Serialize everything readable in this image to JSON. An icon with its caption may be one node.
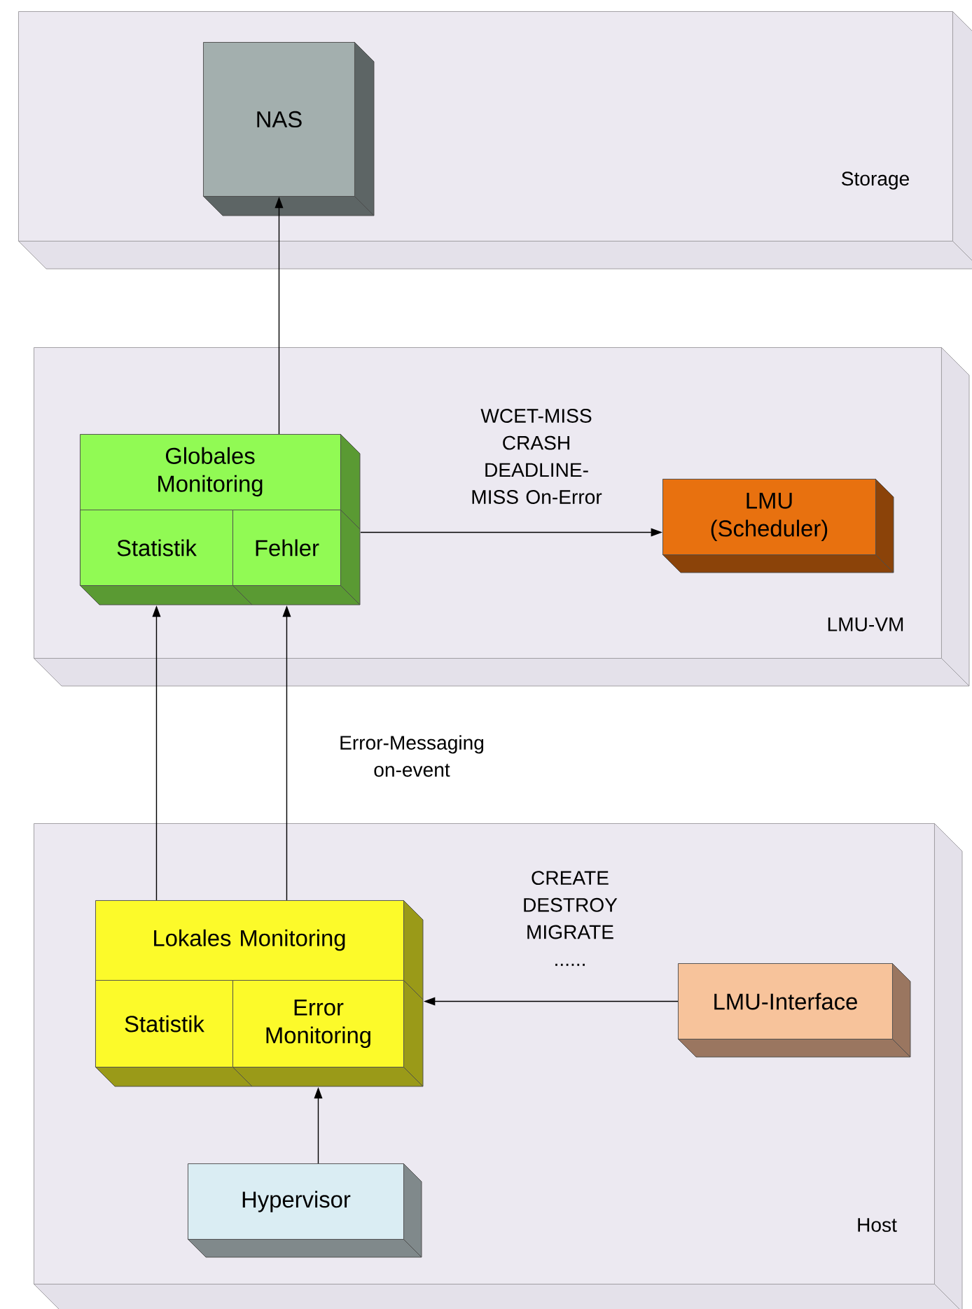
{
  "diagram": {
    "nodes": [
      {
        "text": [
          "Storage"
        ]
      },
      {
        "text": [
          "NAS"
        ],
        "in": 0
      },
      {
        "text": [
          "LMU-VM"
        ]
      },
      {
        "text": [
          "Globales Monitoring"
        ],
        "in": 2
      },
      {
        "text": [
          "Statistik"
        ],
        "in": 3
      },
      {
        "text": [
          "Fehler"
        ],
        "in": 3
      },
      {
        "text": [
          "LMU (Scheduler)"
        ],
        "in": 2
      },
      {
        "text": [
          "Host"
        ]
      },
      {
        "text": [
          "Lokales Monitoring"
        ],
        "in": 7
      },
      {
        "text": [
          "Statistik"
        ],
        "in": 8
      },
      {
        "text": [
          "Error Monitoring"
        ],
        "in": 8
      },
      {
        "text": [
          "LMU-Interface"
        ],
        "in": 7
      },
      {
        "text": [
          "Hypervisor"
        ],
        "in": 7
      }
    ],
    "edges": [
      {
        "from": 3,
        "to": 1,
        "arrow": "to"
      },
      {
        "from": 5,
        "to": 6,
        "arrow": "to",
        "label": "WCET-MISS CRASH DEADLINE-MISS On-Error"
      },
      {
        "from": 8,
        "to": 4,
        "arrow": "to"
      },
      {
        "from": 8,
        "to": 5,
        "arrow": "to",
        "label": "Error-Messaging on-event"
      },
      {
        "from": 11,
        "to": 10,
        "arrow": "to",
        "label": "CREATE DESTROY MIGRATE ......"
      },
      {
        "from": 12,
        "to": 10,
        "arrow": "to"
      }
    ]
  }
}
